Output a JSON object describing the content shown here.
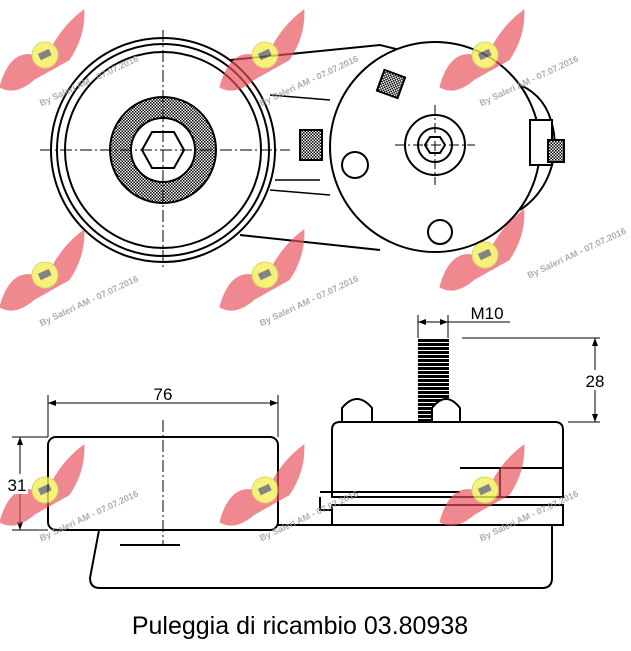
{
  "dimensions": {
    "width_label": "76",
    "height_label": "31",
    "thread_label": "M10",
    "stud_length_label": "28"
  },
  "caption": "Puleggia di ricambio 03.80938",
  "watermark": {
    "text": "By Saleri AM - 07.07.2016",
    "logo_color": "#e8505a",
    "badge_color": "#f4ee5a"
  }
}
